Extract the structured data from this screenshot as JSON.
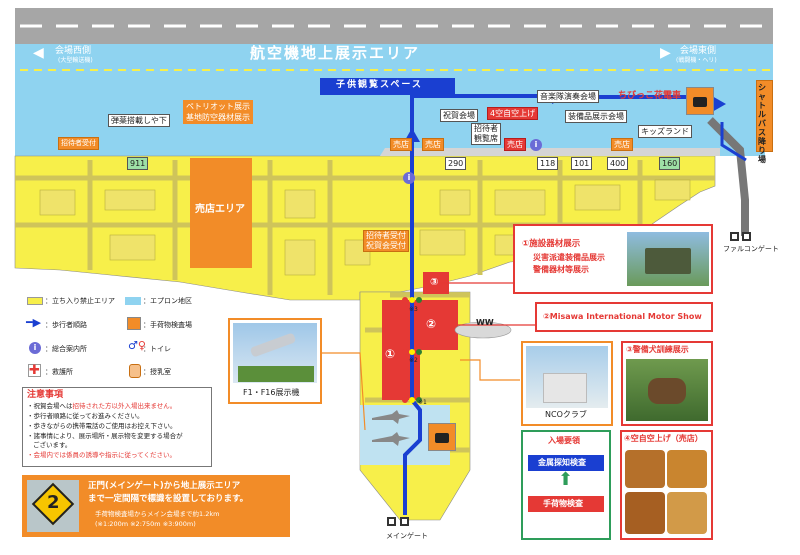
{
  "map": {
    "runway_title": "航空機地上展示エリア",
    "west_label": "会場西側",
    "west_sub": "(大型輸送機)",
    "east_label": "会場東側",
    "east_sub": "(戦闘機・ヘリ)",
    "kids_space": "子供観覧スペース",
    "patriot": "ペトリオット展示\n基地防空器材展示",
    "ammo": "弾薬搭載しや下",
    "guest_reception_left": "招待者受付",
    "bldg_911": "911",
    "shop_area": "売店エリア",
    "celebration_hall": "祝賀会場",
    "guest_stand": "招待者\n観覧席",
    "shop": "売店",
    "sky_fry": "4空自空上げ",
    "band_hall": "音楽隊演奏会場",
    "equipment_hall": "装備品展示会場",
    "chibikko_train": "ちびっこ花電車",
    "kids_land": "キッズランド",
    "bldg_290": "290",
    "bldg_118": "118",
    "bldg_101": "101",
    "bldg_400": "400",
    "bldg_160": "160",
    "shuttle_stop": "シャトルバス降り場",
    "falcon_gate": "ファルコンゲート",
    "guest_reception_center": "招待者受付\n祝賀会受付",
    "main_gate": "メインゲート",
    "marker_1": "①",
    "marker_2": "②",
    "marker_3": "③",
    "note_1": "※1",
    "note_2": "※2",
    "note_3": "※3",
    "ww": "WW"
  },
  "legend": {
    "restricted": "：立ち入り禁止エリア",
    "apron": "：エプロン地区",
    "walk_route": "：歩行者順路",
    "baggage_check": "：手荷物検査場",
    "info": "：総合案内所",
    "toilet": "：トイレ",
    "first_aid": "：救護所",
    "nursing": "：授乳室"
  },
  "notes": {
    "title": "注意事項",
    "line1_a": "・祝賀会場へは",
    "line1_b": "招待された方以外入場出来ません。",
    "line2": "・歩行者順路に従ってお進みください。",
    "line3": "・歩きながらの携帯電話のご使用はお控え下さい。",
    "line4": "・諸事情により、展示場所・展示物を変更する場合が",
    "line4b": "ございます。",
    "line5": "・会場内では係員の誘導や指示に従ってください。"
  },
  "gate_info": {
    "sign": "2",
    "line1": "正門(メインゲート)から地上展示エリア",
    "line2": "まで一定間隔で標識を設置しております。",
    "line3": "手荷物検査場からメイン会場まで約1.2km",
    "line4": "(※1:200m ※2:750m ※3:900m)"
  },
  "panels": {
    "f1": "F1・F16展示機",
    "p1_title": "①施設器材展示",
    "p1_l2": "災害派遣装備品展示",
    "p1_l3": "警備器材等展示",
    "p2": "②Misawa International Motor Show",
    "nco": "NCOクラブ",
    "p3": "③警備犬訓練展示",
    "entry_title": "入場要領",
    "metal": "金属探知検査",
    "baggage": "手荷物検査",
    "p4": "④空自空上げ（売店）"
  },
  "colors": {
    "yellow": "#f7ef4a",
    "blue_apron": "#8fd3f0",
    "red": "#e53935",
    "orange": "#f28c28",
    "route": "#1a3fd1",
    "road": "#d8cf6a"
  }
}
